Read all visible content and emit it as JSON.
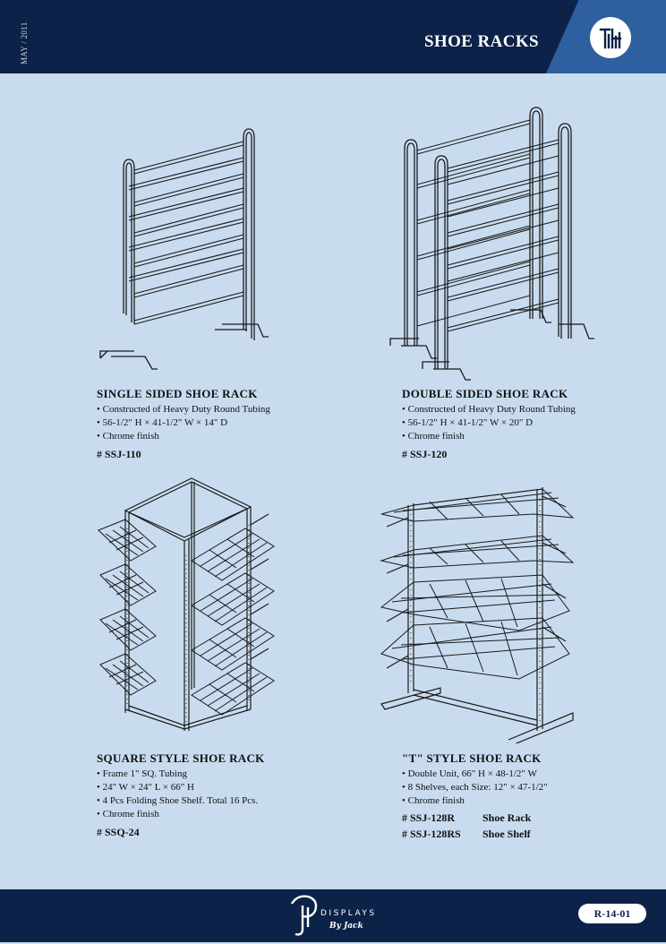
{
  "header": {
    "date": "MAY / 2011",
    "title": "SHOE RACKS"
  },
  "products": [
    {
      "title": "SINGLE SIDED SHOE RACK",
      "features": [
        "Constructed of Heavy Duty Round Tubing",
        "56-1/2\" H × 41-1/2\" W × 14\" D",
        "Chrome finish"
      ],
      "code": "# SSJ-110"
    },
    {
      "title": "DOUBLE SIDED SHOE RACK",
      "features": [
        "Constructed of Heavy Duty Round Tubing",
        "56-1/2\" H × 41-1/2\" W × 20\" D",
        "Chrome finish"
      ],
      "code": "# SSJ-120"
    },
    {
      "title": "SQUARE STYLE SHOE RACK",
      "features": [
        "Frame 1\" SQ. Tubing",
        "24\" W × 24\" L × 66\" H",
        "4 Pcs Folding Shoe Shelf. Total 16 Pcs.",
        "Chrome finish"
      ],
      "code": "# SSQ-24"
    },
    {
      "title": "\"T\" STYLE SHOE RACK",
      "features": [
        "Double Unit, 66\" H × 48-1/2\" W",
        "8 Shelves, each Size: 12\" × 47-1/2\"",
        "Chrome finish"
      ],
      "codes": [
        {
          "code": "# SSJ-128R",
          "label": "Shoe Rack"
        },
        {
          "code": "# SSJ-128RS",
          "label": "Shoe Shelf"
        }
      ]
    }
  ],
  "footer": {
    "brand_name": "DISPLAYS",
    "brand_sub": "By Jack",
    "page_code": "R-14-01"
  }
}
